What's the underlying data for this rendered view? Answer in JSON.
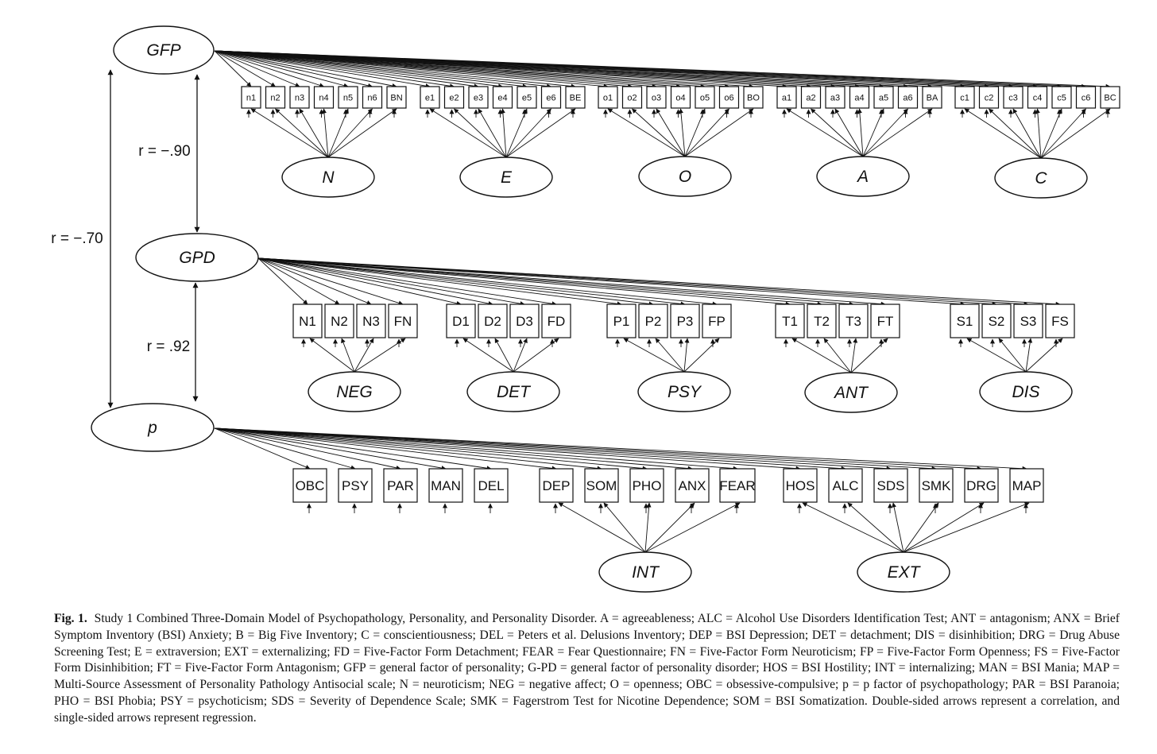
{
  "top_factors": [
    {
      "id": "gfp",
      "label": "GFP"
    },
    {
      "id": "gpd",
      "label": "GPD"
    },
    {
      "id": "p",
      "label": "p"
    }
  ],
  "correlations": [
    {
      "id": "gfp-gpd",
      "label": "r = −.90"
    },
    {
      "id": "gpd-p",
      "label": "r = .92"
    },
    {
      "id": "gfp-p",
      "label": "r = −.70"
    }
  ],
  "level1": {
    "groups": [
      {
        "factor": "N",
        "items": [
          "n1",
          "n2",
          "n3",
          "n4",
          "n5",
          "n6",
          "BN"
        ]
      },
      {
        "factor": "E",
        "items": [
          "e1",
          "e2",
          "e3",
          "e4",
          "e5",
          "e6",
          "BE"
        ]
      },
      {
        "factor": "O",
        "items": [
          "o1",
          "o2",
          "o3",
          "o4",
          "o5",
          "o6",
          "BO"
        ]
      },
      {
        "factor": "A",
        "items": [
          "a1",
          "a2",
          "a3",
          "a4",
          "a5",
          "a6",
          "BA"
        ]
      },
      {
        "factor": "C",
        "items": [
          "c1",
          "c2",
          "c3",
          "c4",
          "c5",
          "c6",
          "BC"
        ]
      }
    ]
  },
  "level2": {
    "groups": [
      {
        "factor": "NEG",
        "items": [
          "N1",
          "N2",
          "N3",
          "FN"
        ]
      },
      {
        "factor": "DET",
        "items": [
          "D1",
          "D2",
          "D3",
          "FD"
        ]
      },
      {
        "factor": "PSY",
        "items": [
          "P1",
          "P2",
          "P3",
          "FP"
        ]
      },
      {
        "factor": "ANT",
        "items": [
          "T1",
          "T2",
          "T3",
          "FT"
        ]
      },
      {
        "factor": "DIS",
        "items": [
          "S1",
          "S2",
          "S3",
          "FS"
        ]
      }
    ]
  },
  "level3": {
    "unloaded_items": [
      "OBC",
      "PSY",
      "PAR",
      "MAN",
      "DEL"
    ],
    "groups": [
      {
        "factor": "INT",
        "items": [
          "DEP",
          "SOM",
          "PHO",
          "ANX",
          "FEAR"
        ]
      },
      {
        "factor": "EXT",
        "items": [
          "HOS",
          "ALC",
          "SDS",
          "SMK",
          "DRG",
          "MAP"
        ]
      }
    ]
  },
  "caption": {
    "label": "Fig. 1.",
    "text": "Study 1 Combined Three-Domain Model of Psychopathology, Personality, and Personality Disorder. A = agreeableness; ALC = Alcohol Use Disorders Identification Test; ANT = antagonism; ANX = Brief Symptom Inventory (BSI) Anxiety; B = Big Five Inventory; C = conscientiousness; DEL = Peters et al. Delusions Inventory; DEP = BSI Depression; DET = detachment; DIS = disinhibition; DRG = Drug Abuse Screening Test; E = extraversion; EXT = externalizing; FD = Five-Factor Form Detachment; FEAR = Fear Questionnaire; FN = Five-Factor Form Neuroticism; FP = Five-Factor Form Openness; FS = Five-Factor Form Disinhibition; FT = Five-Factor Form Antagonism; GFP = general factor of personality; G-PD = general factor of personality disorder; HOS = BSI Hostility; INT = internalizing; MAN = BSI Mania; MAP = Multi-Source Assessment of Personality Pathology Antisocial scale; N = neuroticism; NEG = negative affect; O = openness; OBC = obsessive-compulsive; p = p factor of psychopathology; PAR = BSI Paranoia; PHO = BSI Phobia; PSY = psychoticism; SDS = Severity of Dependence Scale; SMK = Fagerstrom Test for Nicotine Dependence; SOM = BSI Somatization. Double-sided arrows represent a correlation, and single-sided arrows represent regression."
  }
}
